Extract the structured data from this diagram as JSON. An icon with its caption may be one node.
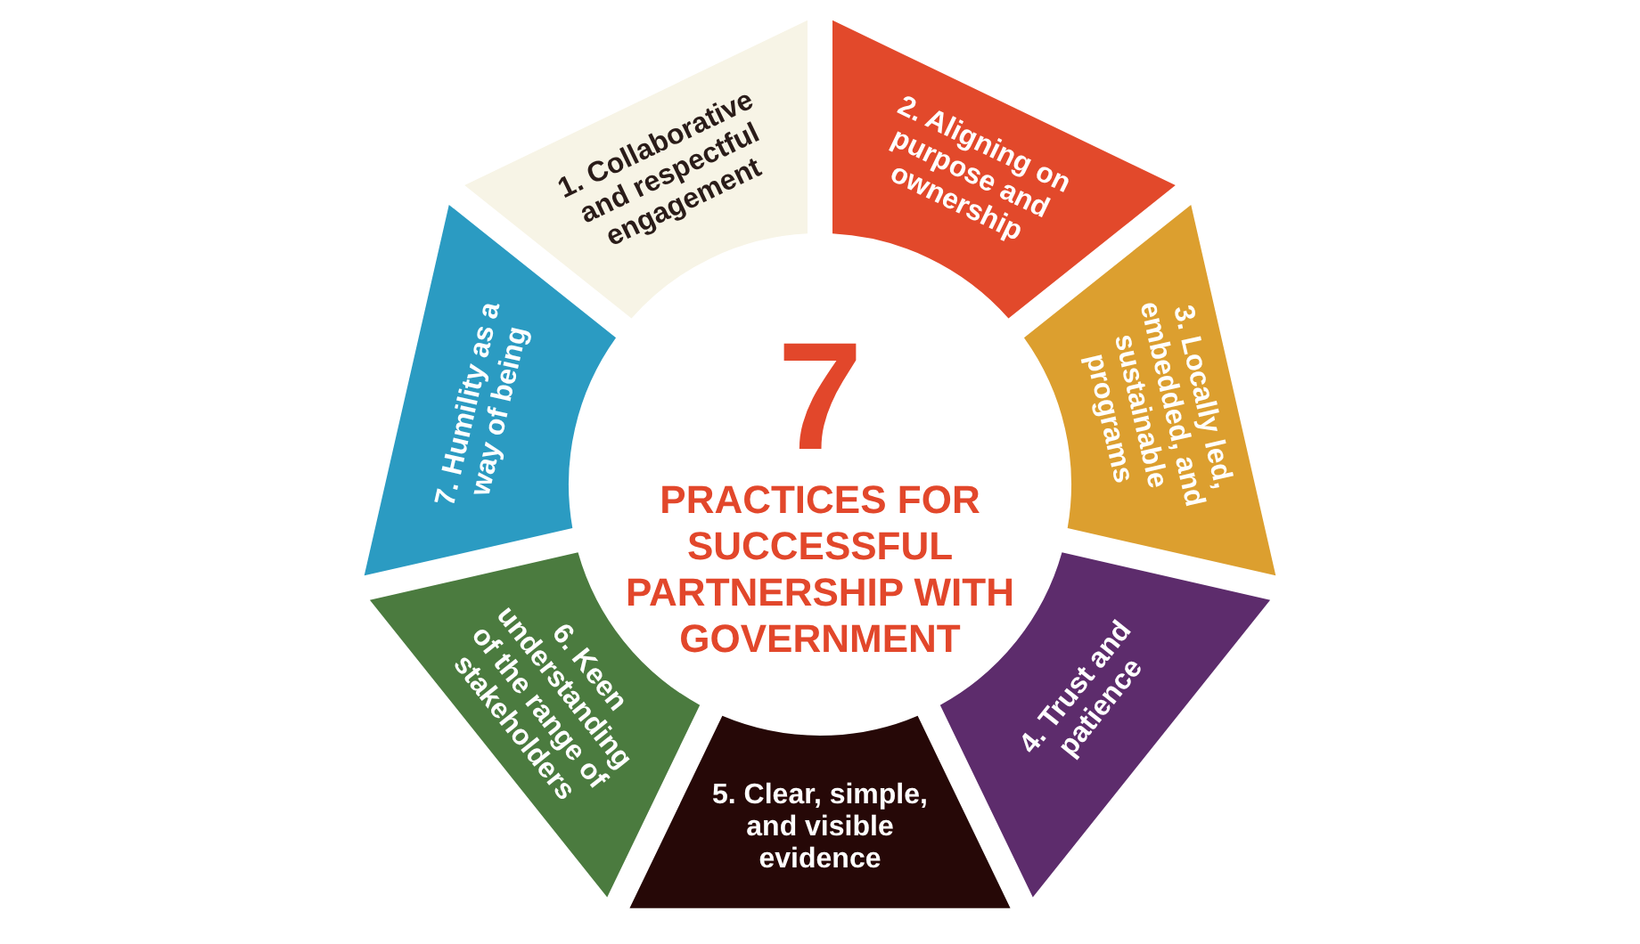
{
  "diagram": {
    "title": "PRACTICES FOR SUCCESSFUL PARTNERSHIP WITH GOVERNMENT",
    "nodes": [
      {
        "text": [
          "1. Collaborative and respectful engagement"
        ]
      },
      {
        "text": [
          "2. Aligning on purpose and ownership"
        ]
      },
      {
        "text": [
          "3. Locally led, embedded, and sustainable programs"
        ]
      },
      {
        "text": [
          "4. Trust and patience"
        ]
      },
      {
        "text": [
          "5. Clear, simple, and visible evidence"
        ]
      },
      {
        "text": [
          "6. Keen understanding of the range of stakeholders"
        ]
      },
      {
        "text": [
          "7. Humility as a way of being"
        ]
      }
    ],
    "labels": [
      "7"
    ]
  }
}
